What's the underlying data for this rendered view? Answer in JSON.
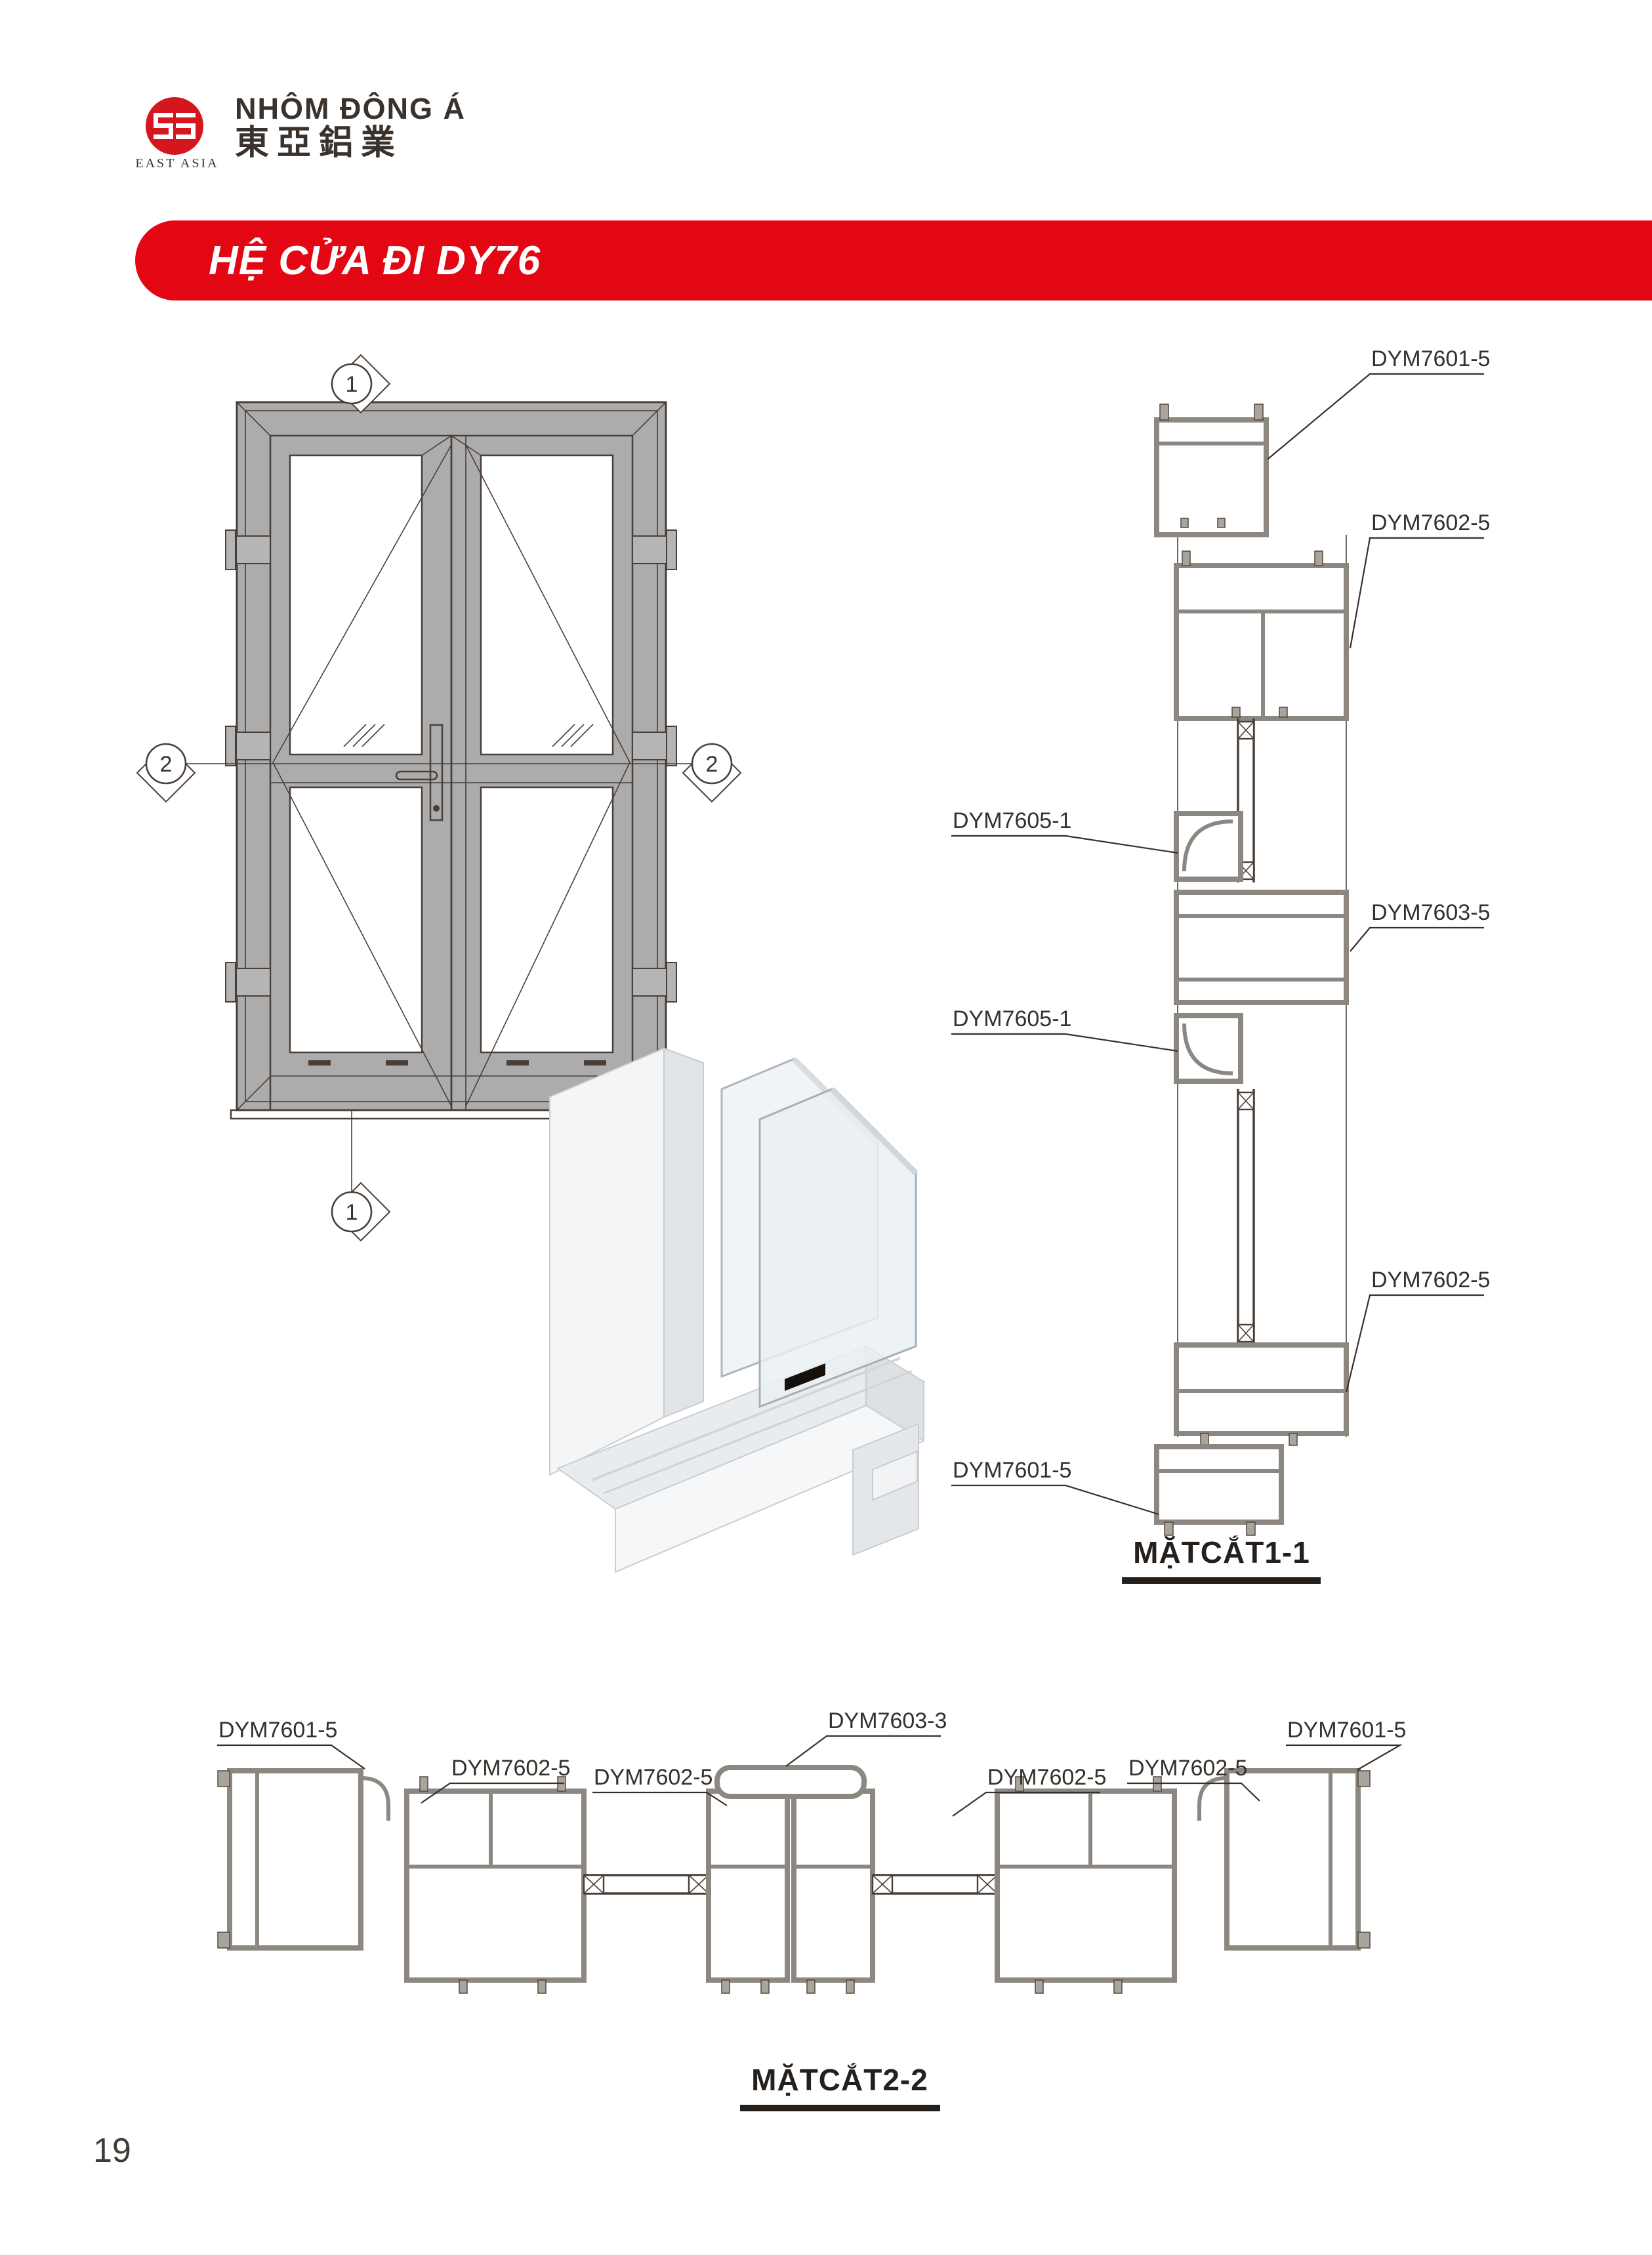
{
  "page": {
    "number": "19",
    "background": "#ffffff"
  },
  "brand": {
    "logo_caption": "EAST ASIA",
    "name_vi": "NHÔM ĐÔNG Á",
    "name_cn": "東亞鋁業",
    "logo_color": "#d6161e",
    "text_color": "#3a322c"
  },
  "banner": {
    "title": "HỆ CỬA ĐI DY76",
    "bg_color": "#e30613",
    "text_color": "#ffffff"
  },
  "elevation": {
    "marker_top": "1",
    "marker_bottom": "1",
    "marker_left": "2",
    "marker_right": "2"
  },
  "section_1_1": {
    "title": "MẶTCẮT1-1",
    "labels": {
      "top_right": "DYM7601-5",
      "upper_right": "DYM7602-5",
      "mid_left_upper": "DYM7605-1",
      "mid_right": "DYM7603-5",
      "mid_left_lower": "DYM7605-1",
      "lower_right": "DYM7602-5",
      "bottom_left": "DYM7601-5"
    }
  },
  "section_2_2": {
    "title": "MẶTCẮT2-2",
    "labels": {
      "left_1": "DYM7601-5",
      "left_2": "DYM7602-5",
      "left_3": "DYM7602-5",
      "center": "DYM7603-3",
      "right_3": "DYM7602-5",
      "right_2": "DYM7602-5",
      "right_1": "DYM7601-5"
    }
  }
}
